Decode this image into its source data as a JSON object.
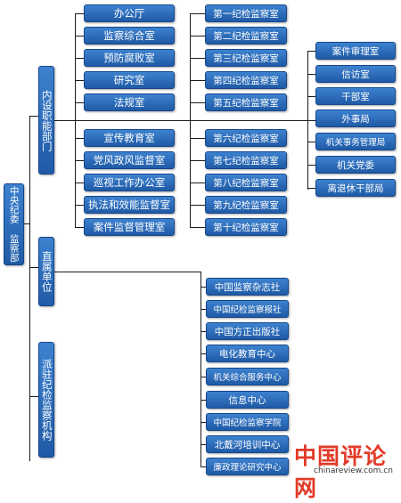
{
  "root": {
    "label": "中央纪委 监察部"
  },
  "branches": [
    {
      "label": "内设职能部门"
    },
    {
      "label": "直属单位"
    },
    {
      "label": "派驻纪检监察机构"
    }
  ],
  "internal_col1": [
    "办公厅",
    "监察综合室",
    "预防腐败室",
    "研究室",
    "法规室",
    "宣传教育室",
    "党风政风监督室",
    "巡视工作办公室",
    "执法和效能监督室",
    "案件监督管理室"
  ],
  "internal_col2": [
    "第一纪检监察室",
    "第二纪检监察室",
    "第三纪检监察室",
    "第四纪检监察室",
    "第五纪检监察室",
    "第六纪检监察室",
    "第七纪检监察室",
    "第八纪检监察室",
    "第九纪检监察室",
    "第十纪检监察室"
  ],
  "internal_col3": [
    "案件审理室",
    "信访室",
    "干部室",
    "外事局",
    "机关事务管理局",
    "机关党委",
    "离退休干部局"
  ],
  "direct_units": [
    "中国监察杂志社",
    "中国纪检监察报社",
    "中国方正出版社",
    "电化教育中心",
    "机关综合服务中心",
    "信息中心",
    "中国纪检监察学院",
    "北戴河培训中心",
    "廉政理论研究中心"
  ],
  "watermark": {
    "brand": "中国评论网",
    "url": "chinareview.com.cn"
  },
  "colors": {
    "box_fill": "#2a6bb8",
    "box_border": "#16478a",
    "line": "#1a1a1a",
    "watermark": "#e23a28"
  }
}
